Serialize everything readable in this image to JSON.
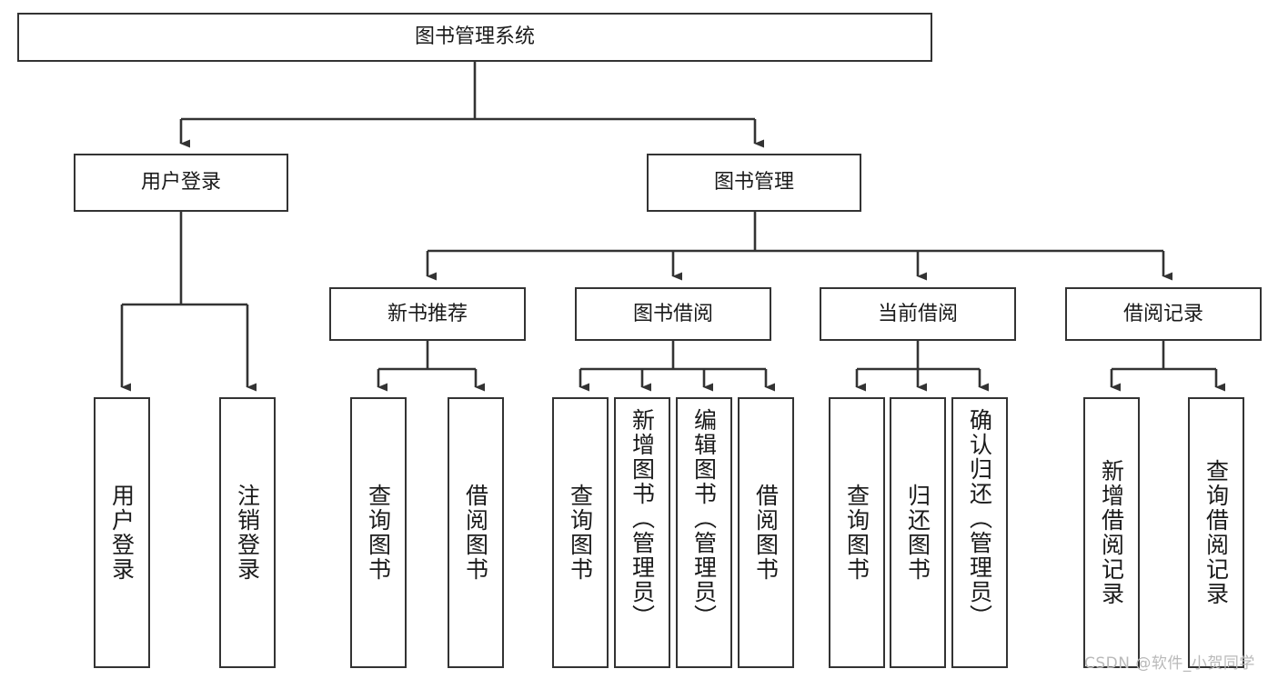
{
  "diagram": {
    "title": "图书管理系统",
    "type": "tree-hierarchy-diagram",
    "background_color": "#ffffff",
    "line_color": "#333333",
    "text_color": "#1a1a1a",
    "root": {
      "label": "图书管理系统",
      "orientation": "horizontal"
    },
    "level2": [
      {
        "label": "用户登录",
        "orientation": "horizontal"
      },
      {
        "label": "图书管理",
        "orientation": "horizontal"
      }
    ],
    "level3": [
      {
        "label": "新书推荐",
        "orientation": "horizontal"
      },
      {
        "label": "图书借阅",
        "orientation": "horizontal"
      },
      {
        "label": "当前借阅",
        "orientation": "horizontal"
      },
      {
        "label": "借阅记录",
        "orientation": "horizontal"
      }
    ],
    "leaves": {
      "user_login": [
        {
          "label": "用户登录",
          "orientation": "vertical",
          "align": "center"
        },
        {
          "label": "注销登录",
          "orientation": "vertical",
          "align": "center"
        }
      ],
      "new_book_recommend": [
        {
          "label": "查询图书",
          "orientation": "vertical",
          "align": "center"
        },
        {
          "label": "借阅图书",
          "orientation": "vertical",
          "align": "center"
        }
      ],
      "book_borrow": [
        {
          "label": "查询图书",
          "orientation": "vertical",
          "align": "center"
        },
        {
          "label": "新增图书（管理员）",
          "orientation": "vertical",
          "align": "top"
        },
        {
          "label": "编辑图书（管理员）",
          "orientation": "vertical",
          "align": "top"
        },
        {
          "label": "借阅图书",
          "orientation": "vertical",
          "align": "center"
        }
      ],
      "current_borrow": [
        {
          "label": "查询图书",
          "orientation": "vertical",
          "align": "center"
        },
        {
          "label": "归还图书",
          "orientation": "vertical",
          "align": "center"
        },
        {
          "label": "确认归还（管理员）",
          "orientation": "vertical",
          "align": "top"
        }
      ],
      "borrow_record": [
        {
          "label": "新增借阅记录",
          "orientation": "vertical",
          "align": "center"
        },
        {
          "label": "查询借阅记录",
          "orientation": "vertical",
          "align": "center"
        }
      ]
    },
    "watermark": "CSDN @软件_小贺同学"
  }
}
